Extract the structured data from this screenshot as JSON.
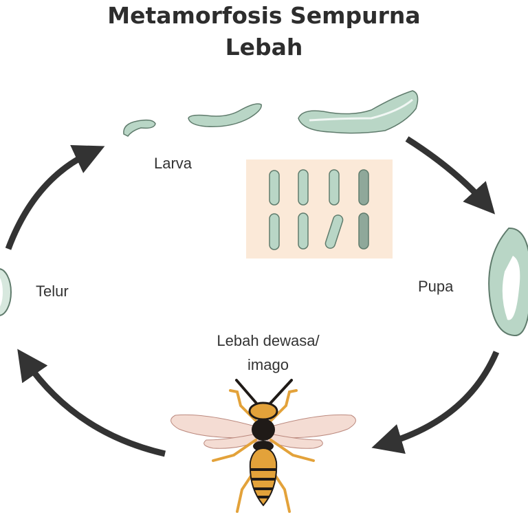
{
  "title": {
    "line1": "Metamorfosis Sempurna",
    "line2": "Lebah"
  },
  "stages": {
    "egg": "Telur",
    "larva": "Larva",
    "pupa": "Pupa",
    "adult_line1": "Lebah dewasa/",
    "adult_line2": "imago"
  },
  "colors": {
    "arrow": "#333333",
    "larva": "#b9d6c6",
    "inset_bg": "#fbe9d8",
    "bee_yellow": "#e3a23a",
    "bee_black": "#1f1a17",
    "wing": "#f3d9cf"
  }
}
